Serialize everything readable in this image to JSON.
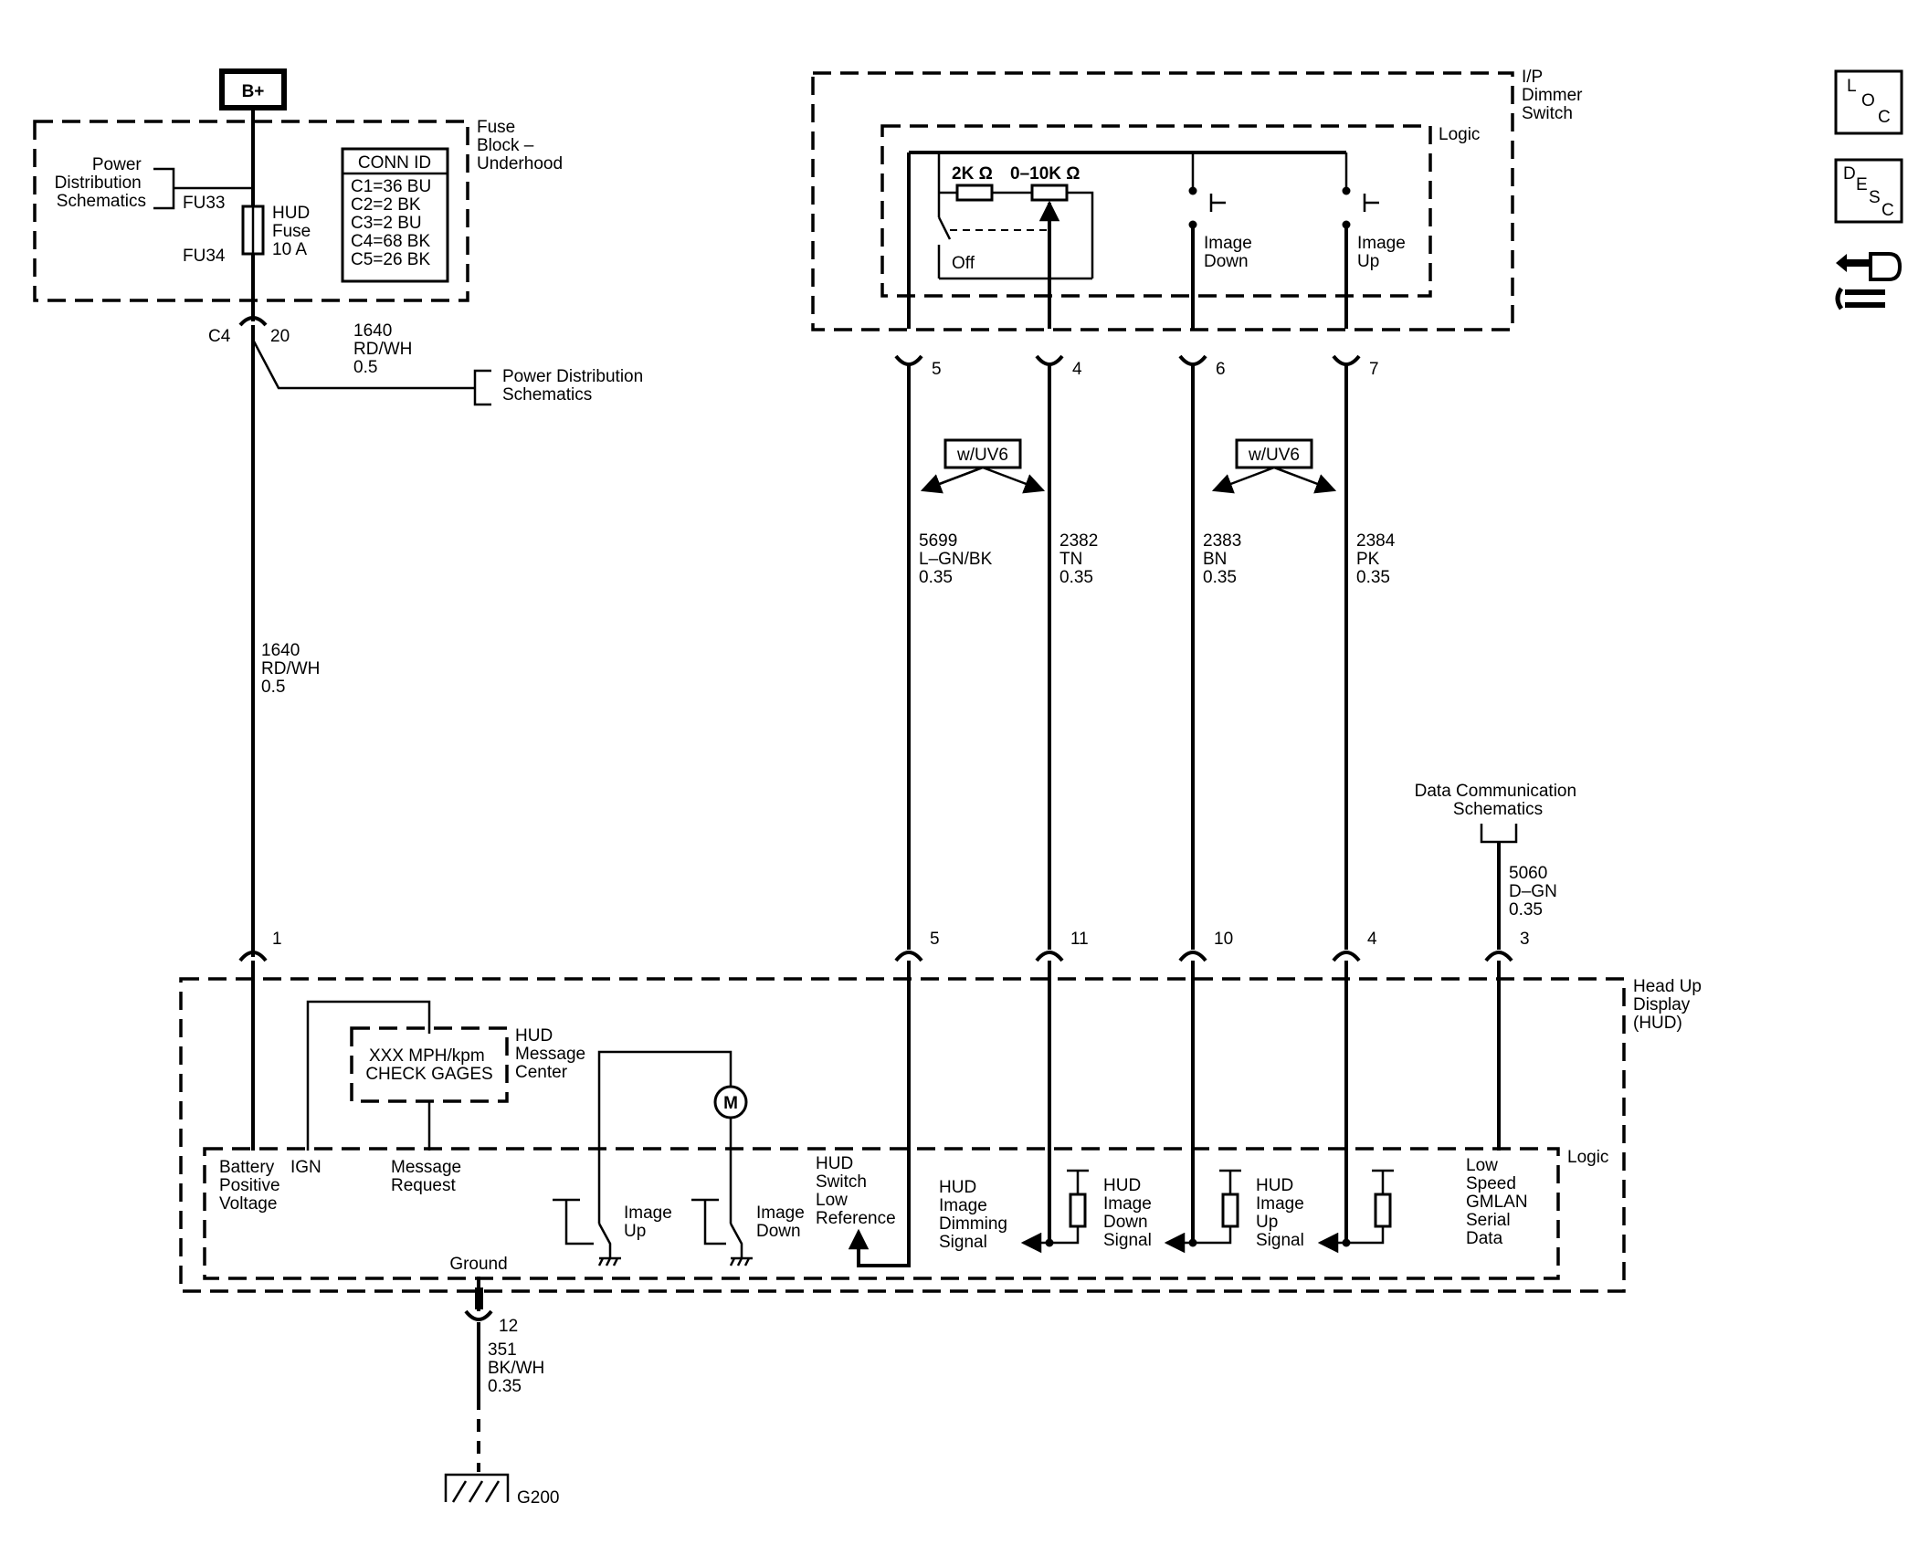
{
  "power": {
    "b_plus": "B+",
    "fuse_block": [
      "Fuse",
      "Block –",
      "Underhood"
    ],
    "power_dist_left": [
      "Power",
      "Distribution",
      "Schematics"
    ],
    "fu33": "FU33",
    "fu34": "FU34",
    "hud_fuse": [
      "HUD",
      "Fuse",
      "10 A"
    ],
    "conn_id_title": "CONN ID",
    "conn_ids": [
      "C1=36 BU",
      "C2=2 BK",
      "C3=2 BU",
      "C4=68 BK",
      "C5=26 BK"
    ],
    "c4": "C4",
    "pin20": "20",
    "wire_top": [
      "1640",
      "RD/WH",
      "0.5"
    ],
    "power_dist_right": [
      "Power Distribution",
      "Schematics"
    ],
    "wire_mid": [
      "1640",
      "RD/WH",
      "0.5"
    ]
  },
  "dimmer": {
    "title": [
      "I/P",
      "Dimmer",
      "Switch"
    ],
    "logic": "Logic",
    "r1": "2K Ω",
    "r2": "0–10K Ω",
    "off": "Off",
    "image_down": [
      "Image",
      "Down"
    ],
    "image_up": [
      "Image",
      "Up"
    ],
    "pins": [
      "5",
      "4",
      "6",
      "7"
    ],
    "option": "w/UV6"
  },
  "wires": [
    [
      "5699",
      "L–GN/BK",
      "0.35"
    ],
    [
      "2382",
      "TN",
      "0.35"
    ],
    [
      "2383",
      "BN",
      "0.35"
    ],
    [
      "2384",
      "PK",
      "0.35"
    ]
  ],
  "data_comm": {
    "label": [
      "Data Communication",
      "Schematics"
    ],
    "wire": [
      "5060",
      "D–GN",
      "0.35"
    ]
  },
  "hud": {
    "title": [
      "Head Up",
      "Display",
      "(HUD)"
    ],
    "logic": "Logic",
    "pins": [
      "1",
      "5",
      "11",
      "10",
      "4",
      "3"
    ],
    "msg_lines": [
      "XXX MPH/kpm",
      "CHECK GAGES"
    ],
    "msg_center": [
      "HUD",
      "Message",
      "Center"
    ],
    "battery": [
      "Battery",
      "Positive",
      "Voltage"
    ],
    "ign": "IGN",
    "msg_request": [
      "Message",
      "Request"
    ],
    "image_up": [
      "Image",
      "Up"
    ],
    "image_down": [
      "Image",
      "Down"
    ],
    "motor": "M",
    "switch_ref": [
      "HUD",
      "Switch",
      "Low",
      "Reference"
    ],
    "dimming": [
      "HUD",
      "Image",
      "Dimming",
      "Signal"
    ],
    "down_signal": [
      "HUD",
      "Image",
      "Down",
      "Signal"
    ],
    "up_signal": [
      "HUD",
      "Image",
      "Up",
      "Signal"
    ],
    "gmlan": [
      "Low",
      "Speed",
      "GMLAN",
      "Serial",
      "Data"
    ],
    "ground": "Ground"
  },
  "ground": {
    "pin": "12",
    "wire": [
      "351",
      "BK/WH",
      "0.35"
    ],
    "g200": "G200"
  },
  "icons": {
    "loc": [
      "L",
      "O",
      "C"
    ],
    "desc": [
      "D",
      "E",
      "S",
      "C"
    ]
  }
}
